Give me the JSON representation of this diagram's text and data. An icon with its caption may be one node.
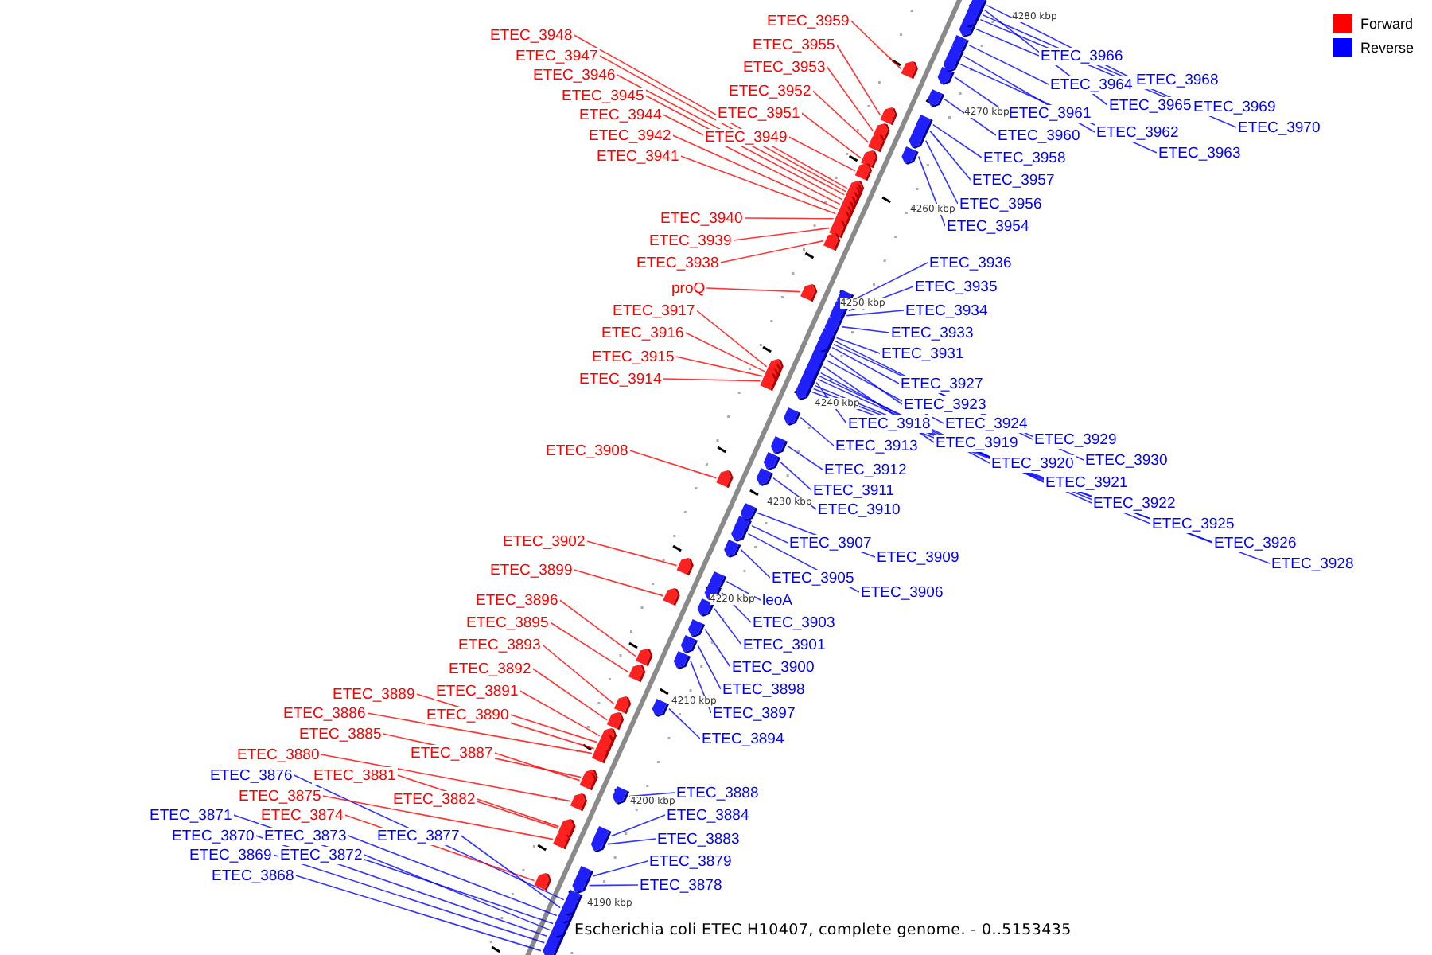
{
  "diagram": {
    "caption": "Escherichia coli ETEC H10407, complete genome. - 0..5153435",
    "nodes": [
      {
        "text": [
          "ETEC_3959"
        ]
      },
      {
        "text": [
          "ETEC_3948"
        ]
      },
      {
        "text": [
          "ETEC_3955"
        ]
      },
      {
        "text": [
          "ETEC_3966"
        ]
      },
      {
        "text": [
          "ETEC_3947"
        ]
      },
      {
        "text": [
          "ETEC_3953"
        ]
      },
      {
        "text": [
          "ETEC_3946"
        ]
      },
      {
        "text": [
          "ETEC_3968"
        ]
      },
      {
        "text": [
          "ETEC_3964"
        ]
      },
      {
        "text": [
          "ETEC_3952"
        ]
      },
      {
        "text": [
          "ETEC_3945"
        ]
      },
      {
        "text": [
          "ETEC_3965"
        ]
      },
      {
        "text": [
          "ETEC_3969"
        ]
      },
      {
        "text": [
          "ETEC_3951"
        ]
      },
      {
        "text": [
          "ETEC_3961"
        ]
      },
      {
        "text": [
          "ETEC_3944"
        ]
      },
      {
        "text": [
          "ETEC_3970"
        ]
      },
      {
        "text": [
          "ETEC_3962"
        ]
      },
      {
        "text": [
          "ETEC_3960"
        ]
      },
      {
        "text": [
          "ETEC_3942"
        ]
      },
      {
        "text": [
          "ETEC_3949"
        ]
      },
      {
        "text": [
          "ETEC_3963"
        ]
      },
      {
        "text": [
          "ETEC_3941"
        ]
      },
      {
        "text": [
          "ETEC_3958"
        ]
      },
      {
        "text": [
          "ETEC_3957"
        ]
      },
      {
        "text": [
          "ETEC_3956"
        ]
      },
      {
        "text": [
          "ETEC_3940"
        ]
      },
      {
        "text": [
          "ETEC_3954"
        ]
      },
      {
        "text": [
          "ETEC_3939"
        ]
      },
      {
        "text": [
          "ETEC_3936"
        ]
      },
      {
        "text": [
          "ETEC_3938"
        ]
      },
      {
        "text": [
          "ETEC_3935"
        ]
      },
      {
        "text": [
          "proQ"
        ]
      },
      {
        "text": [
          "ETEC_3934"
        ]
      },
      {
        "text": [
          "ETEC_3917"
        ]
      },
      {
        "text": [
          "ETEC_3933"
        ]
      },
      {
        "text": [
          "ETEC_3916"
        ]
      },
      {
        "text": [
          "ETEC_3931"
        ]
      },
      {
        "text": [
          "ETEC_3915"
        ]
      },
      {
        "text": [
          "ETEC_3914"
        ]
      },
      {
        "text": [
          "ETEC_3927"
        ]
      },
      {
        "text": [
          "ETEC_3923"
        ]
      },
      {
        "text": [
          "ETEC_3918"
        ]
      },
      {
        "text": [
          "ETEC_3924"
        ]
      },
      {
        "text": [
          "ETEC_3929"
        ]
      },
      {
        "text": [
          "ETEC_3919"
        ]
      },
      {
        "text": [
          "ETEC_3913"
        ]
      },
      {
        "text": [
          "ETEC_3908"
        ]
      },
      {
        "text": [
          "ETEC_3930"
        ]
      },
      {
        "text": [
          "ETEC_3920"
        ]
      },
      {
        "text": [
          "ETEC_3912"
        ]
      },
      {
        "text": [
          "ETEC_3921"
        ]
      },
      {
        "text": [
          "ETEC_3911"
        ]
      },
      {
        "text": [
          "ETEC_3922"
        ]
      },
      {
        "text": [
          "ETEC_3910"
        ]
      },
      {
        "text": [
          "ETEC_3925"
        ]
      },
      {
        "text": [
          "ETEC_3902"
        ]
      },
      {
        "text": [
          "ETEC_3907"
        ]
      },
      {
        "text": [
          "ETEC_3926"
        ]
      },
      {
        "text": [
          "ETEC_3909"
        ]
      },
      {
        "text": [
          "ETEC_3928"
        ]
      },
      {
        "text": [
          "ETEC_3899"
        ]
      },
      {
        "text": [
          "ETEC_3905"
        ]
      },
      {
        "text": [
          "ETEC_3906"
        ]
      },
      {
        "text": [
          "ETEC_3896"
        ]
      },
      {
        "text": [
          "leoA"
        ]
      },
      {
        "text": [
          "ETEC_3895"
        ]
      },
      {
        "text": [
          "ETEC_3903"
        ]
      },
      {
        "text": [
          "ETEC_3893"
        ]
      },
      {
        "text": [
          "ETEC_3901"
        ]
      },
      {
        "text": [
          "ETEC_3900"
        ]
      },
      {
        "text": [
          "ETEC_3892"
        ]
      },
      {
        "text": [
          "ETEC_3898"
        ]
      },
      {
        "text": [
          "ETEC_3891"
        ]
      },
      {
        "text": [
          "ETEC_3889"
        ]
      },
      {
        "text": [
          "ETEC_3897"
        ]
      },
      {
        "text": [
          "ETEC_3886"
        ]
      },
      {
        "text": [
          "ETEC_3890"
        ]
      },
      {
        "text": [
          "ETEC_3885"
        ]
      },
      {
        "text": [
          "ETEC_3894"
        ]
      },
      {
        "text": [
          "ETEC_3887"
        ]
      },
      {
        "text": [
          "ETEC_3880"
        ]
      },
      {
        "text": [
          "ETEC_3876"
        ]
      },
      {
        "text": [
          "ETEC_3881"
        ]
      },
      {
        "text": [
          "ETEC_3888"
        ]
      },
      {
        "text": [
          "ETEC_3875"
        ]
      },
      {
        "text": [
          "ETEC_3882"
        ]
      },
      {
        "text": [
          "ETEC_3871"
        ]
      },
      {
        "text": [
          "ETEC_3874"
        ]
      },
      {
        "text": [
          "ETEC_3884"
        ]
      },
      {
        "text": [
          "ETEC_3870"
        ]
      },
      {
        "text": [
          "ETEC_3873"
        ]
      },
      {
        "text": [
          "ETEC_3877"
        ]
      },
      {
        "text": [
          "ETEC_3883"
        ]
      },
      {
        "text": [
          "ETEC_3869"
        ]
      },
      {
        "text": [
          "ETEC_3872"
        ]
      },
      {
        "text": [
          "ETEC_3879"
        ]
      },
      {
        "text": [
          "ETEC_3868"
        ]
      },
      {
        "text": [
          "ETEC_3878"
        ]
      },
      {
        "text": [],
        "shape": "arrow"
      },
      {
        "text": [],
        "shape": "arrow"
      },
      {
        "text": [],
        "shape": "arrow"
      },
      {
        "text": [],
        "shape": "arrow"
      },
      {
        "text": [],
        "shape": "arrow"
      },
      {
        "text": [],
        "shape": "arrow"
      },
      {
        "text": [],
        "shape": "arrow"
      },
      {
        "text": [],
        "shape": "arrow"
      },
      {
        "text": [],
        "shape": "arrow"
      },
      {
        "text": [],
        "shape": "arrow"
      },
      {
        "text": [],
        "shape": "arrow"
      },
      {
        "text": [],
        "shape": "arrow"
      },
      {
        "text": [],
        "shape": "arrow"
      },
      {
        "text": [],
        "shape": "arrow"
      },
      {
        "text": [],
        "shape": "arrow"
      },
      {
        "text": [],
        "shape": "arrow"
      },
      {
        "text": [],
        "shape": "arrow"
      },
      {
        "text": [],
        "shape": "arrow"
      },
      {
        "text": [],
        "shape": "arrow"
      },
      {
        "text": [],
        "shape": "arrow"
      },
      {
        "text": [],
        "shape": "arrow"
      },
      {
        "text": [],
        "shape": "arrow"
      },
      {
        "text": [],
        "shape": "arrow"
      },
      {
        "text": [],
        "shape": "arrow"
      },
      {
        "text": [],
        "shape": "arrow"
      },
      {
        "text": [],
        "shape": "arrow"
      },
      {
        "text": [],
        "shape": "arrow"
      },
      {
        "text": [],
        "shape": "arrow"
      },
      {
        "text": [],
        "shape": "arrow"
      },
      {
        "text": [],
        "shape": "arrow"
      },
      {
        "text": [],
        "shape": "arrow"
      },
      {
        "text": [],
        "shape": "arrow"
      },
      {
        "text": [],
        "shape": "arrow"
      },
      {
        "text": [],
        "shape": "arrow"
      },
      {
        "text": [],
        "shape": "arrow"
      },
      {
        "text": [],
        "shape": "arrow"
      },
      {
        "text": [],
        "shape": "arrow"
      },
      {
        "text": [],
        "shape": "arrow"
      },
      {
        "text": [],
        "shape": "arrow"
      },
      {
        "text": [],
        "shape": "arrow"
      },
      {
        "text": [],
        "shape": "arrow"
      },
      {
        "text": [],
        "shape": "arrow"
      },
      {
        "text": [],
        "shape": "arrow"
      },
      {
        "text": [],
        "shape": "arrow"
      },
      {
        "text": [],
        "shape": "arrow"
      },
      {
        "text": [],
        "shape": "arrow"
      },
      {
        "text": [],
        "shape": "arrow"
      },
      {
        "text": [],
        "shape": "arrow"
      },
      {
        "text": [],
        "shape": "arrow"
      },
      {
        "text": [],
        "shape": "arrow"
      },
      {
        "text": [],
        "shape": "arrow"
      },
      {
        "text": [],
        "shape": "arrow"
      },
      {
        "text": [],
        "shape": "arrow"
      },
      {
        "text": [],
        "shape": "arrow"
      },
      {
        "text": [],
        "shape": "arrow"
      },
      {
        "text": [],
        "shape": "arrow"
      },
      {
        "text": [],
        "shape": "arrow"
      },
      {
        "text": [],
        "shape": "arrow"
      },
      {
        "text": [],
        "shape": "arrow"
      },
      {
        "text": [],
        "shape": "arrow"
      },
      {
        "text": [],
        "shape": "arrow"
      },
      {
        "text": [],
        "shape": "arrow"
      },
      {
        "text": [],
        "shape": "arrow"
      },
      {
        "text": [],
        "shape": "arrow"
      },
      {
        "text": [],
        "shape": "arrow"
      },
      {
        "text": [],
        "shape": "arrow"
      },
      {
        "text": [],
        "shape": "arrow"
      },
      {
        "text": [],
        "shape": "arrow"
      },
      {
        "text": [],
        "shape": "arrow"
      },
      {
        "text": [],
        "shape": "arrow"
      },
      {
        "text": [],
        "shape": "arrow"
      },
      {
        "text": [],
        "shape": "arrow"
      },
      {
        "text": [],
        "shape": "arrow"
      },
      {
        "text": [],
        "shape": "arrow"
      },
      {
        "text": [],
        "shape": "arrow"
      },
      {
        "text": [],
        "shape": "arrow"
      },
      {
        "text": [],
        "shape": "arrow"
      },
      {
        "text": [],
        "shape": "arrow"
      },
      {
        "text": [],
        "shape": "arrow"
      },
      {
        "text": [],
        "shape": "arrow"
      },
      {
        "text": [],
        "shape": "arrow"
      },
      {
        "text": [],
        "shape": "arrow"
      },
      {
        "text": [],
        "shape": "arrow"
      },
      {
        "text": [],
        "shape": "arrow"
      },
      {
        "text": [],
        "shape": "arrow"
      },
      {
        "text": [],
        "shape": "arrow"
      },
      {
        "text": [],
        "shape": "arrow"
      },
      {
        "text": [],
        "shape": "arrow"
      },
      {
        "text": [],
        "shape": "arrow"
      },
      {
        "text": [],
        "shape": "arrow"
      },
      {
        "text": [],
        "shape": "arrow"
      },
      {
        "text": [],
        "shape": "arrow"
      },
      {
        "text": [],
        "shape": "arrow"
      },
      {
        "text": [],
        "shape": "arrow"
      },
      {
        "text": [],
        "shape": "arrow"
      },
      {
        "text": [],
        "shape": "arrow"
      },
      {
        "text": [],
        "shape": "arrow"
      },
      {
        "text": [],
        "shape": "arrow"
      },
      {
        "text": [],
        "shape": "arrow"
      }
    ],
    "edges": [
      {
        "from": 0,
        "to": 99,
        "arrow": "none",
        "color": "#ff0000"
      },
      {
        "from": 1,
        "to": 100,
        "arrow": "none",
        "color": "#ff0000"
      },
      {
        "from": 2,
        "to": 101,
        "arrow": "none",
        "color": "#ff0000"
      },
      {
        "from": 3,
        "to": 102,
        "arrow": "none"
      },
      {
        "from": 4,
        "to": 103,
        "arrow": "none",
        "color": "#ff0000"
      },
      {
        "from": 5,
        "to": 104,
        "arrow": "none",
        "color": "#ff0000"
      },
      {
        "from": 6,
        "to": 105,
        "arrow": "none",
        "color": "#ff0000"
      },
      {
        "from": 7,
        "to": 106,
        "arrow": "none"
      },
      {
        "from": 8,
        "to": 107,
        "arrow": "none"
      },
      {
        "from": 9,
        "to": 108,
        "arrow": "none",
        "color": "#ff0000"
      },
      {
        "from": 10,
        "to": 109,
        "arrow": "none",
        "color": "#ff0000"
      },
      {
        "from": 11,
        "to": 110,
        "arrow": "none"
      },
      {
        "from": 12,
        "to": 111,
        "arrow": "none"
      },
      {
        "from": 13,
        "to": 112,
        "arrow": "none",
        "color": "#ff0000"
      },
      {
        "from": 14,
        "to": 113,
        "arrow": "none"
      },
      {
        "from": 15,
        "to": 114,
        "arrow": "none",
        "color": "#ff0000"
      },
      {
        "from": 16,
        "to": 115,
        "arrow": "none"
      },
      {
        "from": 17,
        "to": 116,
        "arrow": "none"
      },
      {
        "from": 18,
        "to": 117,
        "arrow": "none"
      },
      {
        "from": 19,
        "to": 118,
        "arrow": "none",
        "color": "#ff0000"
      },
      {
        "from": 20,
        "to": 119,
        "arrow": "none",
        "color": "#ff0000"
      },
      {
        "from": 21,
        "to": 120,
        "arrow": "none"
      },
      {
        "from": 22,
        "to": 121,
        "arrow": "none",
        "color": "#ff0000"
      },
      {
        "from": 23,
        "to": 122,
        "arrow": "none"
      },
      {
        "from": 24,
        "to": 123,
        "arrow": "none"
      },
      {
        "from": 25,
        "to": 124,
        "arrow": "none"
      },
      {
        "from": 26,
        "to": 125,
        "arrow": "none",
        "color": "#ff0000"
      },
      {
        "from": 27,
        "to": 126,
        "arrow": "none"
      },
      {
        "from": 28,
        "to": 127,
        "arrow": "none",
        "color": "#ff0000"
      },
      {
        "from": 29,
        "to": 128,
        "arrow": "none"
      },
      {
        "from": 30,
        "to": 129,
        "arrow": "none",
        "color": "#ff0000"
      },
      {
        "from": 31,
        "to": 130,
        "arrow": "none"
      },
      {
        "from": 32,
        "to": 131,
        "arrow": "none",
        "color": "#ff0000"
      },
      {
        "from": 33,
        "to": 132,
        "arrow": "none"
      },
      {
        "from": 34,
        "to": 133,
        "arrow": "none",
        "color": "#ff0000"
      },
      {
        "from": 35,
        "to": 134,
        "arrow": "none"
      },
      {
        "from": 36,
        "to": 135,
        "arrow": "none",
        "color": "#ff0000"
      },
      {
        "from": 37,
        "to": 136,
        "arrow": "none"
      },
      {
        "from": 38,
        "to": 137,
        "arrow": "none",
        "color": "#ff0000"
      },
      {
        "from": 39,
        "to": 138,
        "arrow": "none",
        "color": "#ff0000"
      },
      {
        "from": 40,
        "to": 139,
        "arrow": "none"
      },
      {
        "from": 41,
        "to": 140,
        "arrow": "none"
      },
      {
        "from": 42,
        "to": 141,
        "arrow": "none"
      },
      {
        "from": 43,
        "to": 142,
        "arrow": "none"
      },
      {
        "from": 44,
        "to": 143,
        "arrow": "none"
      },
      {
        "from": 45,
        "to": 144,
        "arrow": "none"
      },
      {
        "from": 46,
        "to": 145,
        "arrow": "none"
      },
      {
        "from": 47,
        "to": 146,
        "arrow": "none",
        "color": "#ff0000"
      },
      {
        "from": 48,
        "to": 147,
        "arrow": "none"
      },
      {
        "from": 49,
        "to": 148,
        "arrow": "none"
      },
      {
        "from": 50,
        "to": 149,
        "arrow": "none"
      },
      {
        "from": 51,
        "to": 150,
        "arrow": "none"
      },
      {
        "from": 52,
        "to": 151,
        "arrow": "none"
      },
      {
        "from": 53,
        "to": 152,
        "arrow": "none"
      },
      {
        "from": 54,
        "to": 153,
        "arrow": "none"
      },
      {
        "from": 55,
        "to": 154,
        "arrow": "none"
      },
      {
        "from": 56,
        "to": 155,
        "arrow": "none",
        "color": "#ff0000"
      },
      {
        "from": 57,
        "to": 156,
        "arrow": "none"
      },
      {
        "from": 58,
        "to": 157,
        "arrow": "none"
      },
      {
        "from": 59,
        "to": 158,
        "arrow": "none"
      },
      {
        "from": 60,
        "to": 159,
        "arrow": "none"
      },
      {
        "from": 61,
        "to": 160,
        "arrow": "none",
        "color": "#ff0000"
      },
      {
        "from": 62,
        "to": 161,
        "arrow": "none"
      },
      {
        "from": 63,
        "to": 162,
        "arrow": "none"
      },
      {
        "from": 64,
        "to": 163,
        "arrow": "none",
        "color": "#ff0000"
      },
      {
        "from": 65,
        "to": 164,
        "arrow": "none"
      },
      {
        "from": 66,
        "to": 165,
        "arrow": "none",
        "color": "#ff0000"
      },
      {
        "from": 67,
        "to": 166,
        "arrow": "none"
      },
      {
        "from": 68,
        "to": 167,
        "arrow": "none",
        "color": "#ff0000"
      },
      {
        "from": 69,
        "to": 168,
        "arrow": "none"
      },
      {
        "from": 70,
        "to": 169,
        "arrow": "none"
      },
      {
        "from": 71,
        "to": 170,
        "arrow": "none",
        "color": "#ff0000"
      },
      {
        "from": 72,
        "to": 171,
        "arrow": "none"
      },
      {
        "from": 73,
        "to": 172,
        "arrow": "none",
        "color": "#ff0000"
      },
      {
        "from": 74,
        "to": 173,
        "arrow": "none",
        "color": "#ff0000"
      },
      {
        "from": 75,
        "to": 174,
        "arrow": "none"
      },
      {
        "from": 76,
        "to": 175,
        "arrow": "none",
        "color": "#ff0000"
      },
      {
        "from": 77,
        "to": 176,
        "arrow": "none",
        "color": "#ff0000"
      },
      {
        "from": 78,
        "to": 177,
        "arrow": "none",
        "color": "#ff0000"
      },
      {
        "from": 79,
        "to": 178,
        "arrow": "none"
      },
      {
        "from": 80,
        "to": 179,
        "arrow": "none",
        "color": "#ff0000"
      },
      {
        "from": 81,
        "to": 180,
        "arrow": "none",
        "color": "#ff0000"
      },
      {
        "from": 82,
        "to": 181,
        "arrow": "none"
      },
      {
        "from": 83,
        "to": 182,
        "arrow": "none",
        "color": "#ff0000"
      },
      {
        "from": 84,
        "to": 183,
        "arrow": "none"
      },
      {
        "from": 85,
        "to": 184,
        "arrow": "none",
        "color": "#ff0000"
      },
      {
        "from": 86,
        "to": 185,
        "arrow": "none",
        "color": "#ff0000"
      },
      {
        "from": 87,
        "to": 186,
        "arrow": "none"
      },
      {
        "from": 88,
        "to": 187,
        "arrow": "none",
        "color": "#ff0000"
      },
      {
        "from": 89,
        "to": 188,
        "arrow": "none"
      },
      {
        "from": 90,
        "to": 189,
        "arrow": "none"
      },
      {
        "from": 91,
        "to": 190,
        "arrow": "none"
      },
      {
        "from": 92,
        "to": 191,
        "arrow": "none"
      },
      {
        "from": 93,
        "to": 192,
        "arrow": "none"
      },
      {
        "from": 94,
        "to": 193,
        "arrow": "none"
      },
      {
        "from": 95,
        "to": 194,
        "arrow": "none"
      },
      {
        "from": 96,
        "to": 195,
        "arrow": "none"
      },
      {
        "from": 97,
        "to": 196,
        "arrow": "none"
      },
      {
        "from": 98,
        "to": 197,
        "arrow": "none"
      }
    ],
    "labels": [
      "4280 kbp",
      "4270 kbp",
      "4260 kbp",
      "4250 kbp",
      "4240 kbp",
      "4230 kbp",
      "4220 kbp",
      "4210 kbp",
      "4200 kbp",
      "4190 kbp"
    ],
    "legend": [
      {
        "text": "Forward",
        "color": "#ff0000"
      },
      {
        "text": "Reverse",
        "color": "#0000ff"
      }
    ]
  }
}
